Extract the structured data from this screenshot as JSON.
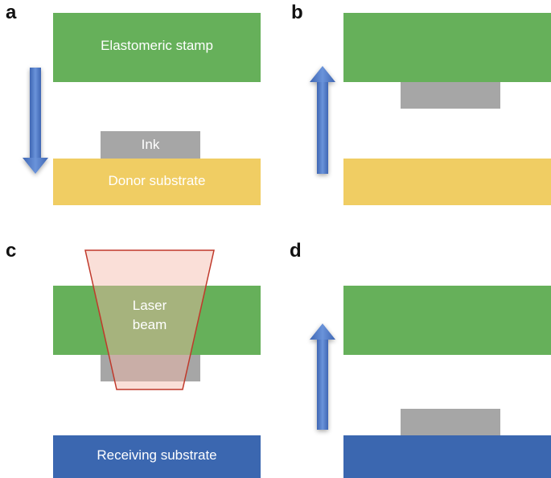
{
  "panels": {
    "a": {
      "letter": "a",
      "stamp_label": "Elastomeric stamp",
      "ink_label": "Ink",
      "donor_label": "Donor substrate",
      "arrow_direction": "down"
    },
    "b": {
      "letter": "b",
      "arrow_direction": "up"
    },
    "c": {
      "letter": "c",
      "laser_label_line1": "Laser",
      "laser_label_line2": "beam",
      "receiving_label": "Receiving substrate"
    },
    "d": {
      "letter": "d",
      "arrow_direction": "up"
    }
  },
  "colors": {
    "stamp": "#66B05A",
    "ink": "#A6A6A6",
    "donor": "#F0CD63",
    "receiving": "#3B67B0",
    "arrow": "#4E79C4",
    "laser_fill": "#F5B8A8",
    "laser_stroke": "#C0392B"
  }
}
